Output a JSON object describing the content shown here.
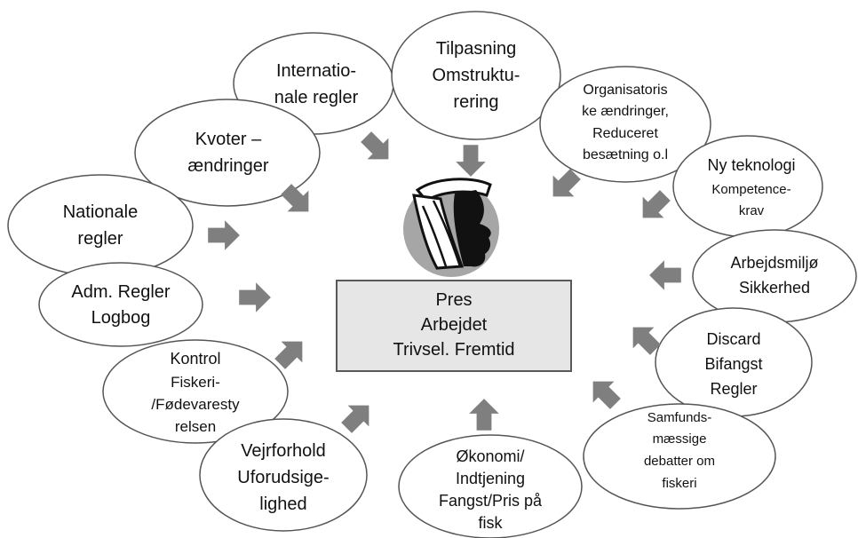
{
  "center": {
    "lines": [
      "Pres",
      "Arbejdet",
      "Trivsel. Fremtid"
    ]
  },
  "factors": [
    {
      "id": "internationale",
      "lines": [
        "Internatio-",
        "nale regler"
      ]
    },
    {
      "id": "tilpasning",
      "lines": [
        "Tilpasning",
        "Omstruktu-",
        "rering"
      ]
    },
    {
      "id": "organisatoriske",
      "lines": [
        "Organisatoris",
        "ke ændringer,",
        "Reduceret",
        "besætning o.l"
      ]
    },
    {
      "id": "kvoter",
      "lines": [
        "Kvoter –",
        "ændringer"
      ]
    },
    {
      "id": "ny-teknologi",
      "lines": [
        "Ny teknologi",
        "Kompetence-",
        "krav"
      ]
    },
    {
      "id": "nationale",
      "lines": [
        "Nationale",
        "regler"
      ]
    },
    {
      "id": "arbejdsmiljo",
      "lines": [
        "Arbejdsmiljø",
        "Sikkerhed"
      ]
    },
    {
      "id": "adm-regler",
      "lines": [
        "Adm. Regler",
        "Logbog"
      ]
    },
    {
      "id": "discard",
      "lines": [
        "Discard",
        "Bifangst",
        "Regler"
      ]
    },
    {
      "id": "kontrol",
      "lines": [
        "Kontrol",
        "Fiskeri-",
        "/Fødevaresty",
        "relsen"
      ]
    },
    {
      "id": "samfund",
      "lines": [
        "Samfunds-",
        "mæssige",
        "debatter om",
        "fiskeri"
      ]
    },
    {
      "id": "vejrforhold",
      "lines": [
        "Vejrforhold",
        "Uforudsige-",
        "lighed"
      ]
    },
    {
      "id": "okonomi",
      "lines": [
        "Økonomi/",
        "Indtjening",
        "Fangst/Pris på",
        "fisk"
      ]
    }
  ],
  "colors": {
    "oval_stroke": "#555555",
    "arrow_fill": "#7f7f7f",
    "center_box_fill": "#e6e6e6",
    "center_box_stroke": "#595959",
    "head_circle_fill": "#a6a6a6"
  },
  "icons": {
    "center_figure": "fisherman-head-icon"
  }
}
